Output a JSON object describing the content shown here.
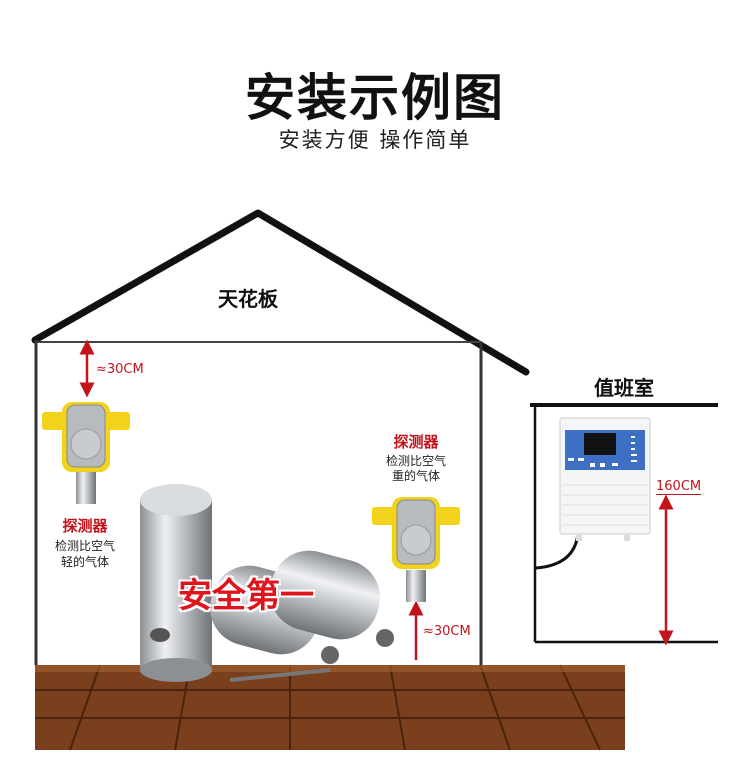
{
  "header": {
    "title": "安装示例图",
    "subtitle": "安装方便 操作简单"
  },
  "house": {
    "ceiling_label": "天花板",
    "top_distance_label": "≈30CM",
    "bottom_distance_label": "≈30CM",
    "safety_slogan": "安全第一"
  },
  "detectors": [
    {
      "title": "探测器",
      "desc_line1": "检测比空气",
      "desc_line2": "轻的气体"
    },
    {
      "title": "探测器",
      "desc_line1": "检测比空气",
      "desc_line2": "重的气体"
    }
  ],
  "duty_room": {
    "label": "值班室",
    "height_label": "160CM"
  },
  "colors": {
    "accent_red": "#c3141b",
    "detector_yellow": "#f2d21a",
    "controller_blue": "#3d6fc4",
    "wood": "#8a4a22"
  }
}
